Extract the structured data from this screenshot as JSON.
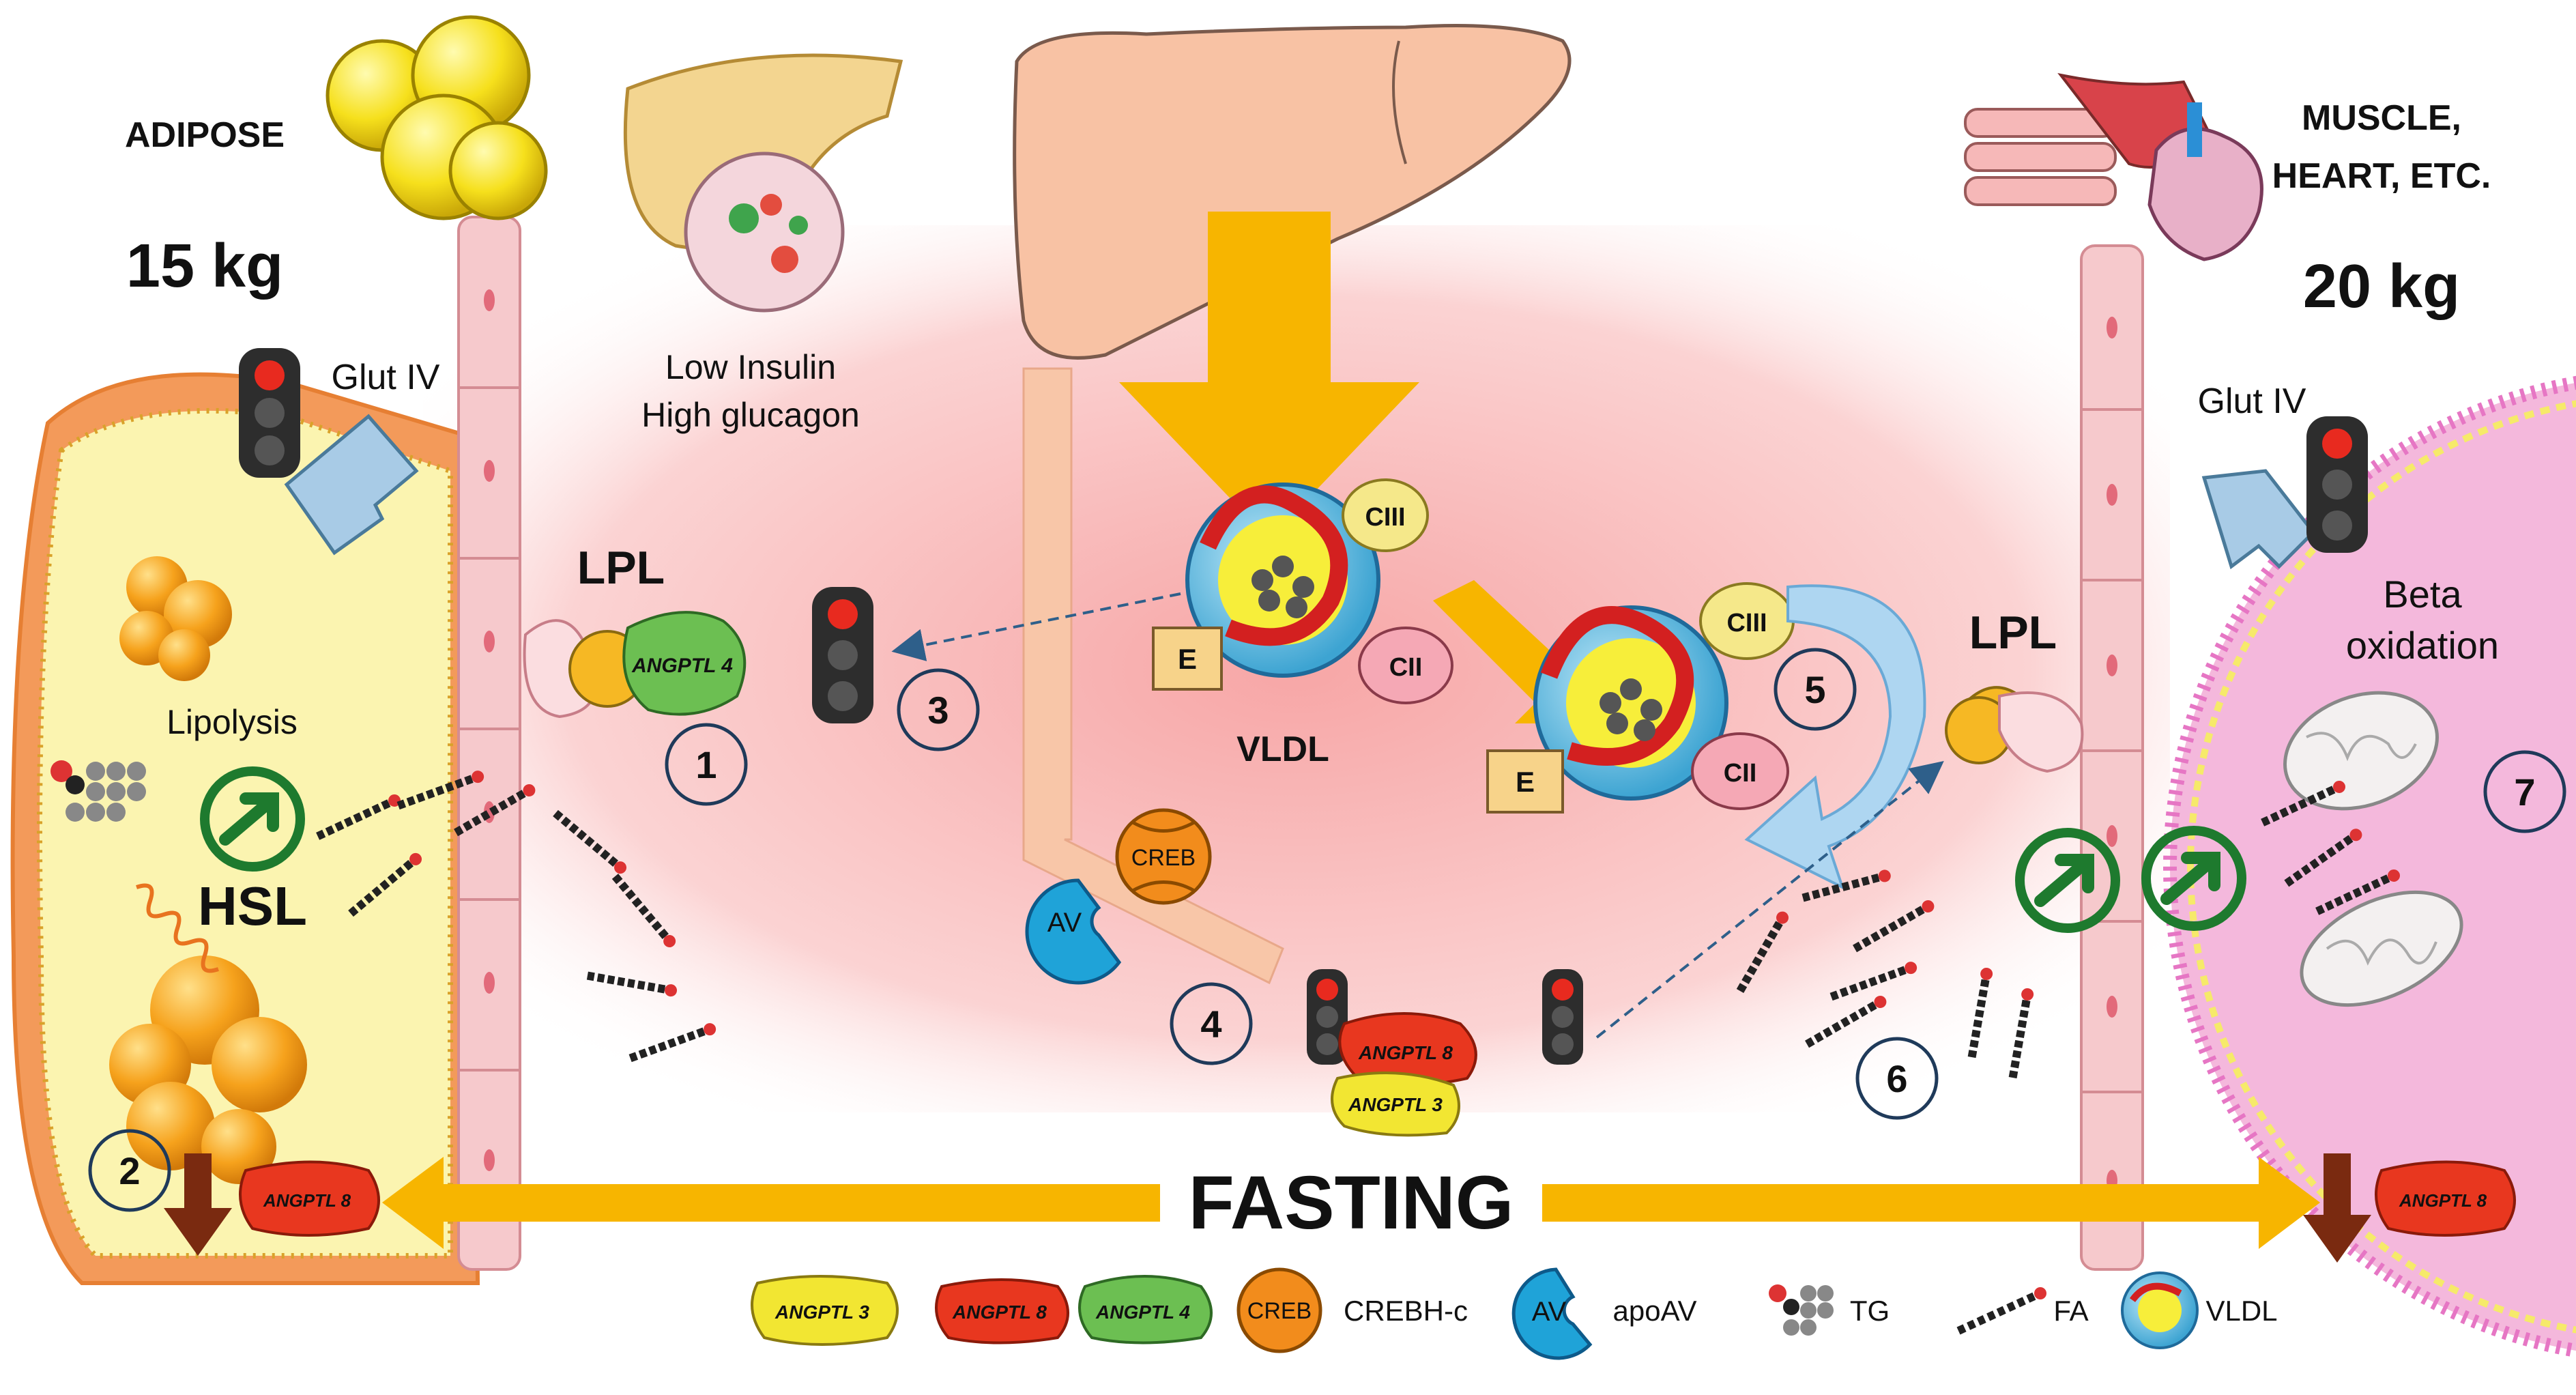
{
  "labels": {
    "adipose_title": "ADIPOSE",
    "adipose_mass": "15 kg",
    "muscle_title_line1": "MUSCLE,",
    "muscle_title_line2": "HEART, ETC.",
    "muscle_mass": "20 kg",
    "glut_left": "Glut IV",
    "glut_right": "Glut IV",
    "insulin_line1": "Low Insulin",
    "insulin_line2": "High glucagon",
    "lpl_left": "LPL",
    "lpl_right": "LPL",
    "lipolysis": "Lipolysis",
    "hsl": "HSL",
    "beta_line1": "Beta",
    "beta_line2": "oxidation",
    "vldl": "VLDL",
    "fasting": "FASTING",
    "creb": "CREB",
    "av": "AV",
    "apo_e": "E",
    "apo_ciii": "CIII",
    "apo_cii": "CII",
    "angptl3": "ANGPTL 3",
    "angptl8": "ANGPTL 8",
    "angptl4": "ANGPTL 4"
  },
  "steps": [
    "1",
    "2",
    "3",
    "4",
    "5",
    "6",
    "7"
  ],
  "legend": [
    {
      "label": "ANGPTL 3",
      "text": ""
    },
    {
      "label": "ANGPTL 8",
      "text": ""
    },
    {
      "label": "ANGPTL 4",
      "text": ""
    },
    {
      "label": "CREB",
      "text": "CREBH-c"
    },
    {
      "label": "AV",
      "text": "apoAV"
    },
    {
      "label": "",
      "text": "TG"
    },
    {
      "label": "",
      "text": "FA"
    },
    {
      "label": "",
      "text": "VLDL"
    }
  ],
  "colors": {
    "angptl3": "#f2e632",
    "angptl8": "#e8371f",
    "angptl4": "#6cbf52",
    "creb": "#f28c1c",
    "apoav": "#1fa3d8",
    "arrow": "#f7b500",
    "green_arrow": "#1e7a2e",
    "vessel": "#f6c9cc",
    "plasma": "#fbd0d0",
    "adipocyte": "#fbf4b0",
    "myocyte": "#f4b8dc"
  },
  "icons": [
    "traffic-light-icon",
    "glut4-transporter-icon",
    "liver-icon",
    "pancreas-icon",
    "fat-cells-icon",
    "muscle-heart-icon",
    "mitochondrion-icon",
    "lipid-droplet-icon",
    "fatty-acid-icon",
    "triglyceride-icon"
  ]
}
